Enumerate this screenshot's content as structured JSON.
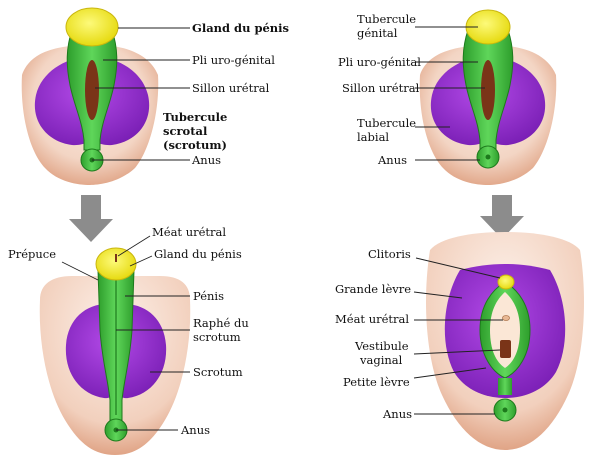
{
  "colors": {
    "skin_light": "#fbece4",
    "skin_mid": "#f0cbb6",
    "skin_dark": "#e2a98c",
    "purple": "#9b30d9",
    "purple_dark": "#6f1ca6",
    "green": "#3fbf3c",
    "green_dark": "#1d7a1c",
    "yellow": "#f4ef1c",
    "groove": "#7a3418",
    "arrow": "#8c8c8c"
  },
  "panels": {
    "male_undiff": {
      "labels": {
        "glans": "Gland du pénis",
        "urogenital_fold": "Pli uro-génital",
        "urethral_groove": "Sillon urétral",
        "scrotal_swelling_1": "Tubercule",
        "scrotal_swelling_2": "scrotal",
        "scrotal_swelling_3": "(scrotum)",
        "anus": "Anus"
      }
    },
    "female_undiff": {
      "labels": {
        "tubercle_1": "Tubercule",
        "tubercle_2": "génital",
        "urogenital_fold": "Pli uro-génital",
        "urethral_groove": "Sillon urétral",
        "labial_1": "Tubercule",
        "labial_2": "labial",
        "anus": "Anus"
      }
    },
    "male_final": {
      "labels": {
        "meatus": "Méat urétral",
        "glans": "Gland du pénis",
        "prepuce": "Prépuce",
        "penis": "Pénis",
        "raphe_1": "Raphé du",
        "raphe_2": "scrotum",
        "scrotum": "Scrotum",
        "anus": "Anus"
      }
    },
    "female_final": {
      "labels": {
        "clitoris": "Clitoris",
        "labia_majora": "Grande lèvre",
        "meatus": "Méat urétral",
        "vestibule_1": "Vestibule",
        "vestibule_2": "vaginal",
        "labia_minora": "Petite lèvre",
        "anus": "Anus"
      }
    }
  }
}
